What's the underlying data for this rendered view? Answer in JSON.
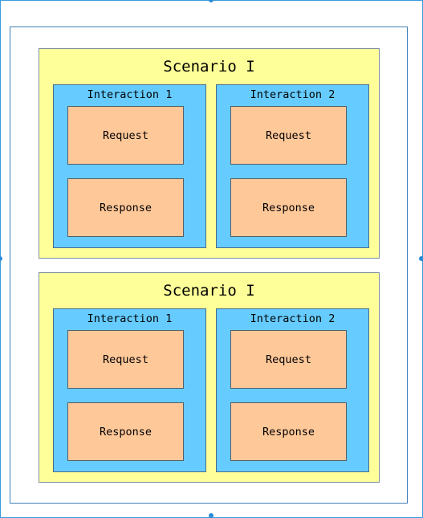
{
  "diagram": {
    "scenarios": [
      {
        "title": "Scenario I",
        "interactions": [
          {
            "title": "Interaction 1",
            "request": "Request",
            "response": "Response"
          },
          {
            "title": "Interaction 2",
            "request": "Request",
            "response": "Response"
          }
        ]
      },
      {
        "title": "Scenario I",
        "interactions": [
          {
            "title": "Interaction 1",
            "request": "Request",
            "response": "Response"
          },
          {
            "title": "Interaction 2",
            "request": "Request",
            "response": "Response"
          }
        ]
      }
    ]
  },
  "colors": {
    "scenario_fill": "#ffff99",
    "interaction_fill": "#66ccff",
    "message_fill": "#ffc899",
    "selection": "#2a8ad8"
  }
}
